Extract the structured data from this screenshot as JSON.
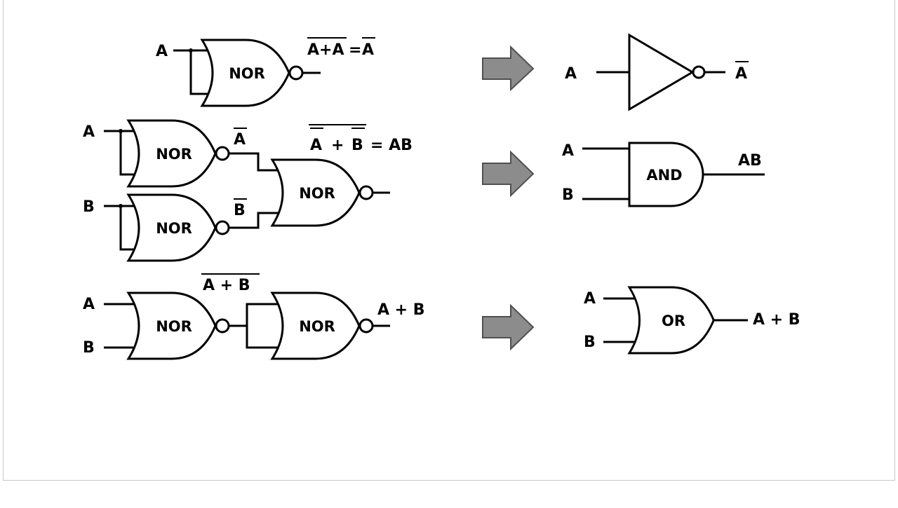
{
  "colors": {
    "line": "#000000",
    "background": "#ffffff",
    "arrow_fill": "#8c8c8c",
    "arrow_stroke": "#505050"
  },
  "labels": {
    "a": "A",
    "b": "B"
  },
  "gates": {
    "nor": "NOR",
    "and": "AND",
    "or": "OR"
  },
  "expressions": {
    "row1_left": "A+A",
    "row1_eq": "=",
    "row1_right": "A",
    "not_a": "A",
    "not_b": "B",
    "row2_a": "A",
    "row2_plus": "+",
    "row2_b": "B",
    "row2_result": "= AB",
    "and_out": "AB",
    "row3_mid": "A + B",
    "row3_out": "A + B",
    "or_out": "A + B"
  },
  "icons": [
    "right-arrow-icon",
    "right-arrow-icon",
    "right-arrow-icon"
  ]
}
